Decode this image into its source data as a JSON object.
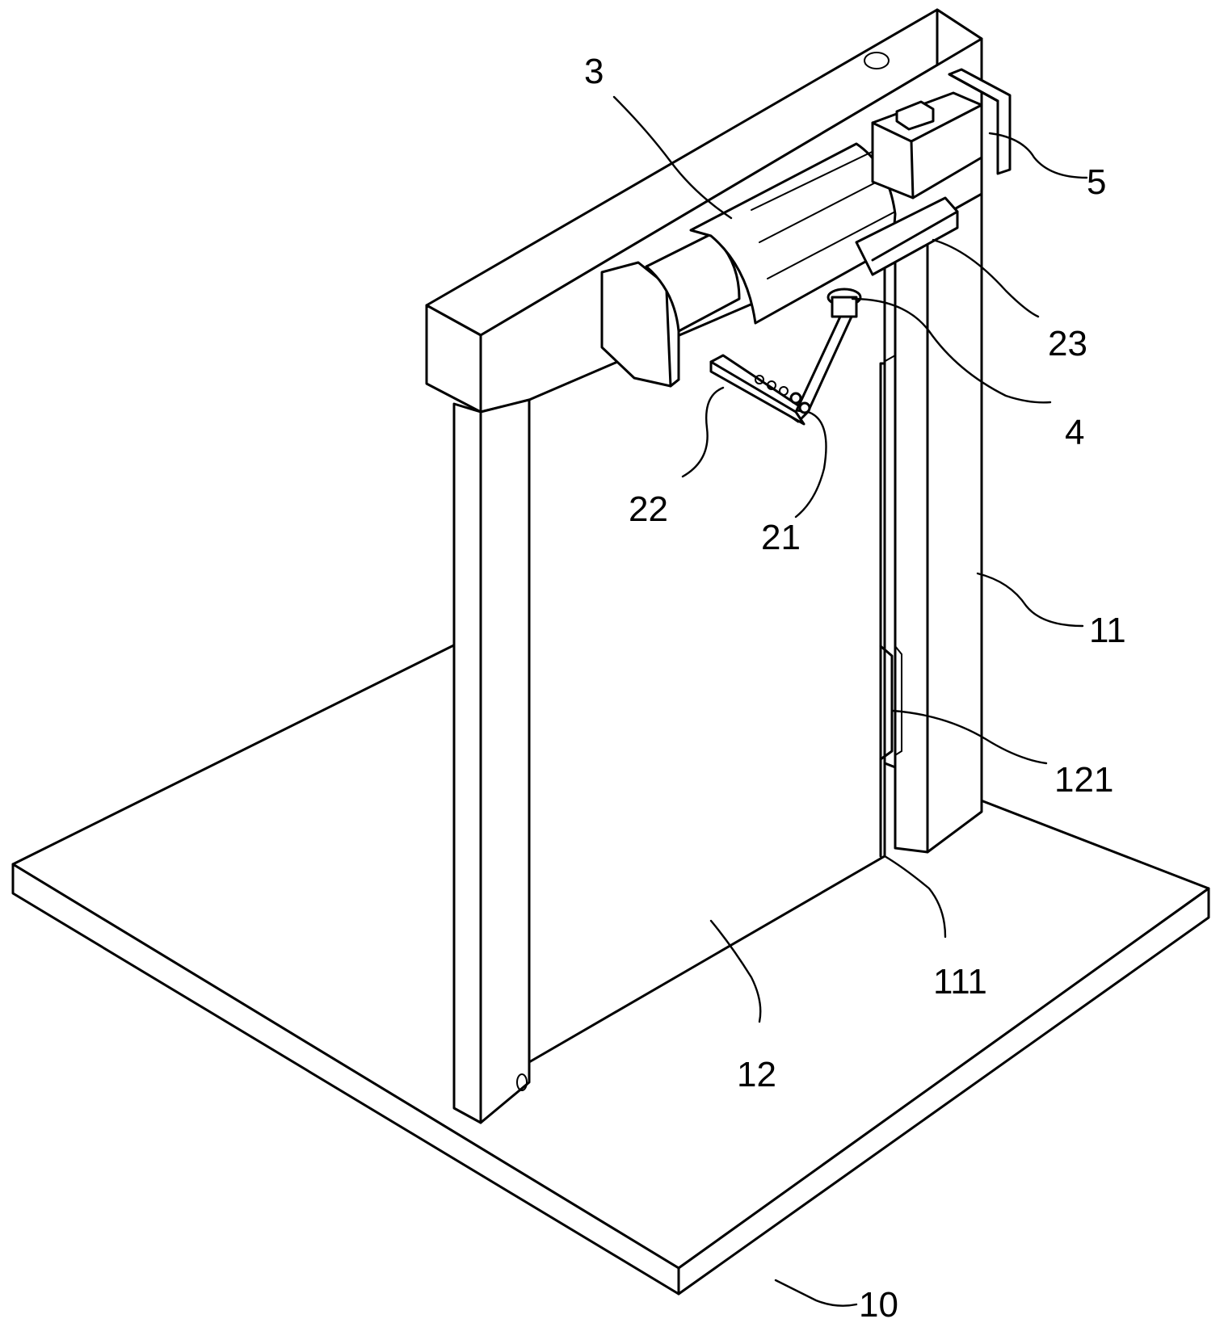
{
  "labels": {
    "l3": "3",
    "l5": "5",
    "l23": "23",
    "l4": "4",
    "l22": "22",
    "l21": "21",
    "l11": "11",
    "l121": "121",
    "l111": "111",
    "l12": "12",
    "l10": "10"
  }
}
